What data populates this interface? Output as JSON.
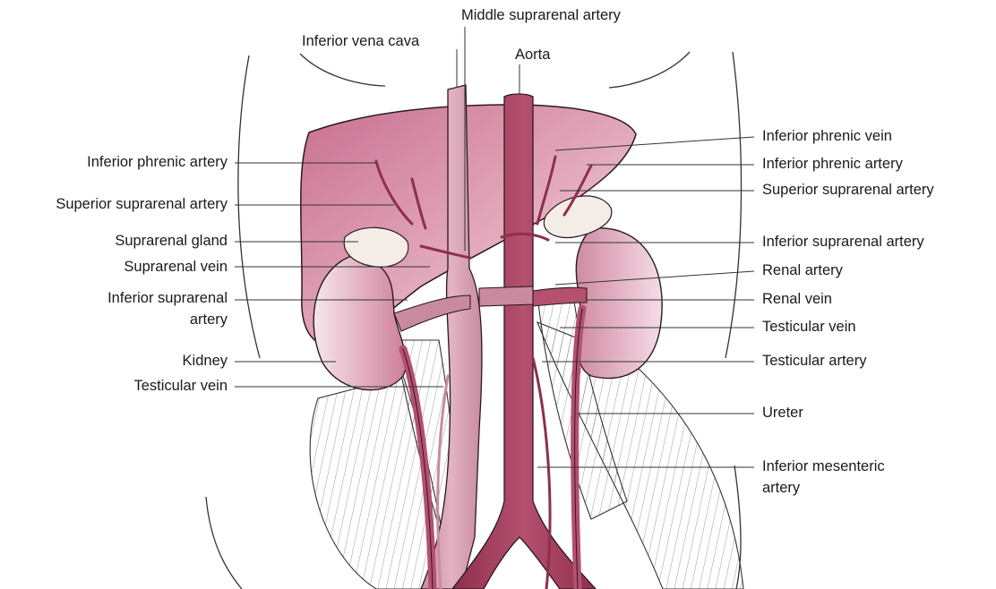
{
  "figure": {
    "labels": {
      "top_middle_suprarenal_artery": "Middle suprarenal artery",
      "top_inferior_vena_cava": "Inferior vena cava",
      "top_aorta": "Aorta",
      "left_inferior_phrenic_artery": "Inferior phrenic artery",
      "left_superior_suprarenal_artery": "Superior suprarenal artery",
      "left_suprarenal_gland": "Suprarenal gland",
      "left_suprarenal_vein": "Suprarenal vein",
      "left_inferior_suprarenal_artery_line1": "Inferior suprarenal",
      "left_inferior_suprarenal_artery_line2": "artery",
      "left_kidney": "Kidney",
      "left_testicular_vein": "Testicular vein",
      "right_inferior_phrenic_vein": "Inferior phrenic vein",
      "right_inferior_phrenic_artery": "Inferior phrenic artery",
      "right_superior_suprarenal_artery": "Superior suprarenal artery",
      "right_inferior_suprarenal_artery": "Inferior suprarenal artery",
      "right_renal_artery": "Renal artery",
      "right_renal_vein": "Renal vein",
      "right_testicular_vein": "Testicular vein",
      "right_testicular_artery": "Testicular artery",
      "right_ureter": "Ureter",
      "right_inferior_mesenteric_artery_line1": "Inferior mesenteric",
      "right_inferior_mesenteric_artery_line2": "artery"
    },
    "colors": {
      "organ_fill": "#d98ca6",
      "organ_light": "#f0d3dd",
      "vessel_fill": "#b5506f",
      "vessel_dark": "#8e2f4c",
      "outline": "#2a1a20",
      "leader_line": "#333333"
    }
  }
}
